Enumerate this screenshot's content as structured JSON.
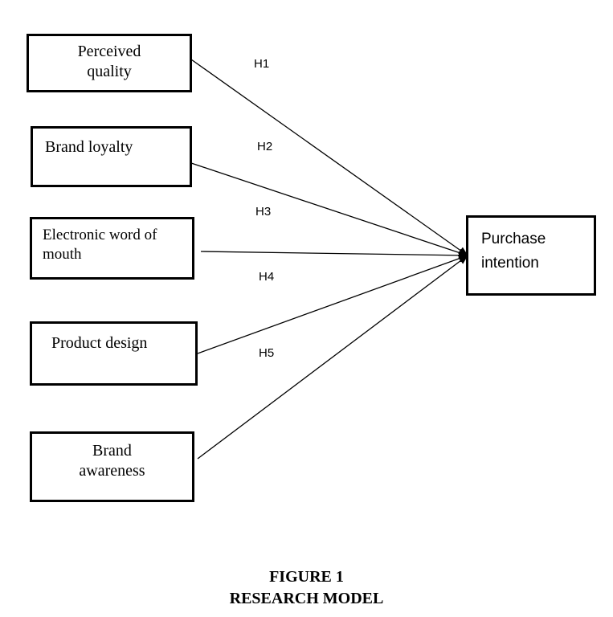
{
  "diagram": {
    "constructs": [
      {
        "id": "perceived-quality",
        "label": "Perceived\nquality"
      },
      {
        "id": "brand-loyalty",
        "label": "Brand loyalty"
      },
      {
        "id": "ewom",
        "label": "Electronic word of\nmouth"
      },
      {
        "id": "product-design",
        "label": "Product design"
      },
      {
        "id": "brand-awareness",
        "label": "Brand\nawareness"
      }
    ],
    "outcome": {
      "id": "purchase-intention",
      "label": "Purchase\nintention"
    },
    "hypotheses": [
      "H1",
      "H2",
      "H3",
      "H4",
      "H5"
    ]
  },
  "caption": {
    "line1": "FIGURE 1",
    "line2": "RESEARCH MODEL"
  }
}
